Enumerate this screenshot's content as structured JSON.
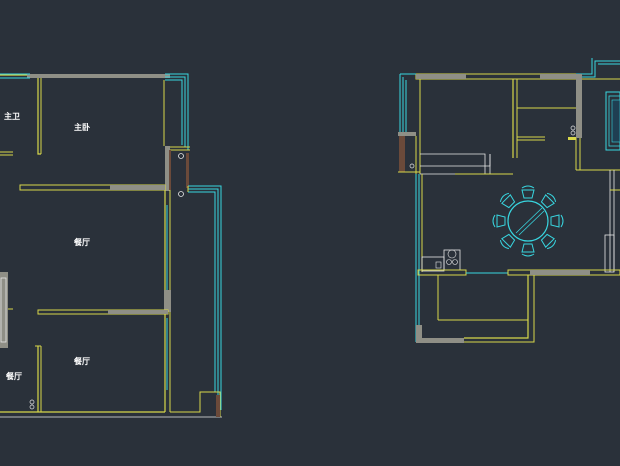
{
  "drawing": {
    "title": "",
    "colors": {
      "background": "#2a313a",
      "wall_yellow": "#d8d84a",
      "wall_fill_gray": "#8f8f86",
      "window_cyan": "#38d6e0",
      "fixture_white": "#e8e8e8",
      "dark_wall": "#6b4a3a"
    }
  },
  "rooms": {
    "master_bath": "主卫",
    "master_bedroom": "主卧",
    "room_a": "餐厅",
    "room_b": "餐厅",
    "room_c": "餐厅"
  },
  "fixtures": {
    "dining_table_seats": 8
  }
}
